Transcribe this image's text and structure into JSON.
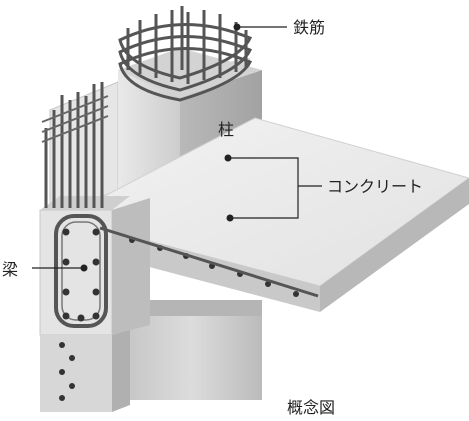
{
  "labels": {
    "rebar": "鉄筋",
    "column": "柱",
    "concrete": "コンクリート",
    "beam": "梁",
    "caption": "概念図"
  },
  "colors": {
    "background": "#ffffff",
    "concrete_light": "#ececec",
    "concrete_mid": "#cfcfcf",
    "concrete_dark": "#a9a9a9",
    "rebar": "#555555",
    "leader_line": "#222222",
    "marker_dot": "#222222"
  }
}
